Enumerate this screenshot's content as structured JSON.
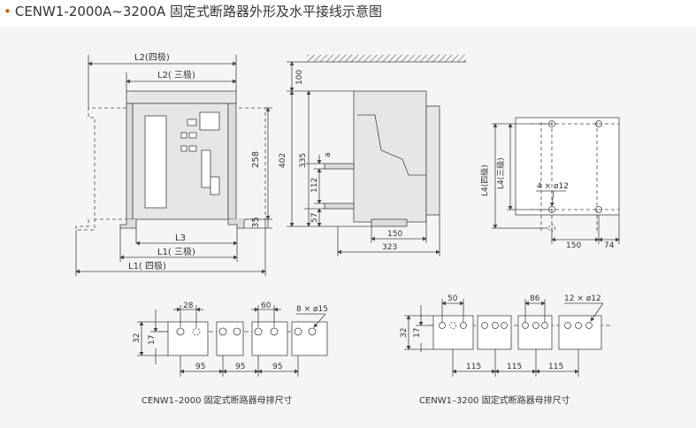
{
  "title": {
    "bullet": "•",
    "text": "CENW1-2000A~3200A 固定式断路器外形及水平接线示意图"
  },
  "front_view": {
    "l2_four": "L2(四极)",
    "l2_three": "L2( 三极)",
    "l3": "L3",
    "l1_three": "L1( 三极)",
    "l1_four": "L1( 四极)",
    "h258": "258",
    "h35": "35"
  },
  "side_view": {
    "h100": "100",
    "h402": "402",
    "h335": "335",
    "ha": "a",
    "h112": "112",
    "h57": "57",
    "w150": "150",
    "w323": "323"
  },
  "mount_view": {
    "l4_four": "L4(四级)",
    "l4_three": "L4(三级)",
    "holes": "4 × ø12",
    "w150": "150",
    "w74": "74"
  },
  "busbar_2000": {
    "caption": "CENW1–2000 固定式断路器母排尺寸",
    "w28": "28",
    "w60": "60",
    "holes": "8 × ø15",
    "h32": "32",
    "h17": "17",
    "p1": "95",
    "p2": "95",
    "p3": "95"
  },
  "busbar_3200": {
    "caption": "CENW1–3200 固定式断路器母排尺寸",
    "w50": "50",
    "w86": "86",
    "holes": "12 × ø12",
    "h32": "32",
    "h17": "17",
    "p1": "115",
    "p2": "115",
    "p3": "115"
  }
}
